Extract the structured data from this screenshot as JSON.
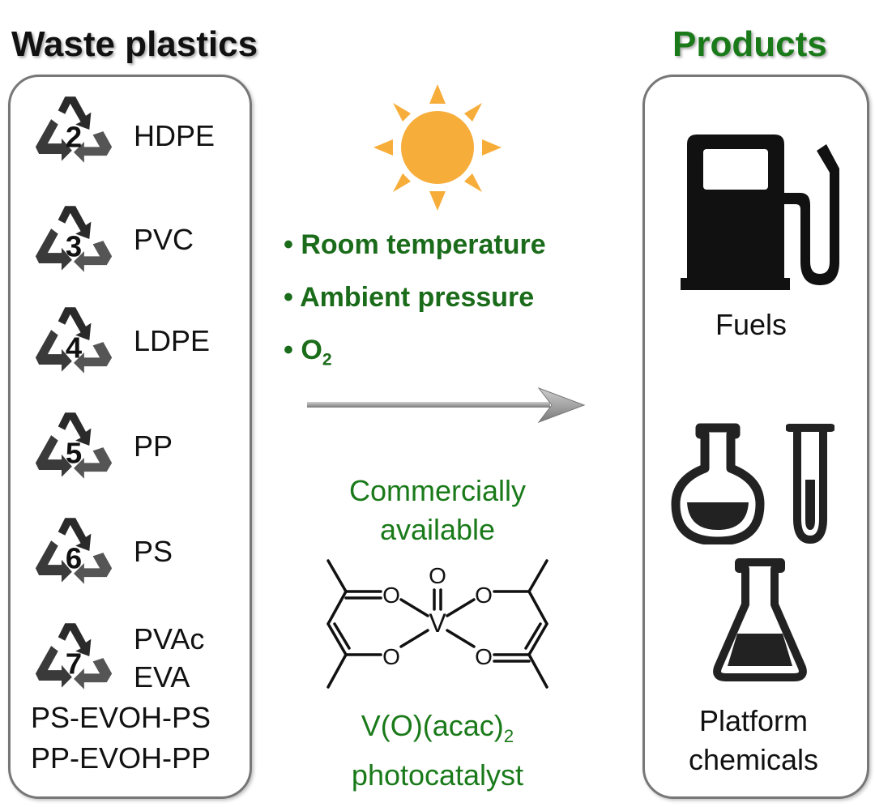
{
  "waste": {
    "title": "Waste plastics",
    "items": [
      {
        "code": "2",
        "label": "HDPE"
      },
      {
        "code": "3",
        "label": "PVC"
      },
      {
        "code": "4",
        "label": "LDPE"
      },
      {
        "code": "5",
        "label": "PP"
      },
      {
        "code": "6",
        "label": "PS"
      },
      {
        "code": "7",
        "label": "PVAc",
        "label2": "EVA"
      }
    ],
    "extra": [
      "PS-EVOH-PS",
      "PP-EVOH-PP"
    ]
  },
  "conditions": {
    "bullet": "•",
    "items": [
      "Room temperature",
      "Ambient pressure"
    ],
    "o2_main": "O",
    "o2_sub": "2"
  },
  "catalyst": {
    "line1": "Commercially",
    "line2": "available",
    "formula_main": "V(O)(acac)",
    "formula_sub": "2",
    "role": "photocatalyst",
    "atom_o": "O",
    "atom_v": "V"
  },
  "products": {
    "title": "Products",
    "fuels": "Fuels",
    "platform_line1": "Platform",
    "platform_line2": "chemicals"
  },
  "colors": {
    "green": "#1a7a1a",
    "sun": "#f7ad3a",
    "border": "#777777"
  },
  "icons": [
    "recycle-icon",
    "sun-icon",
    "arrow-icon",
    "fuel-pump-icon",
    "round-flask-icon",
    "test-tube-icon",
    "erlenmeyer-flask-icon"
  ]
}
